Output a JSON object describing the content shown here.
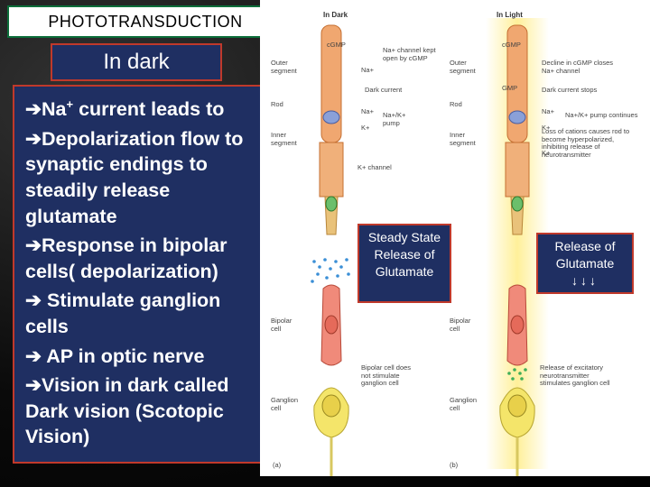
{
  "slide": {
    "title": "PHOTOTRANSDUCTION",
    "subtitle": "In dark"
  },
  "bullets": [
    {
      "arrow": "➔",
      "html_parts": [
        "Na",
        "+",
        " current leads to"
      ]
    },
    {
      "arrow": "➔",
      "text": "Depolarization flow to synaptic endings to steadily release glutamate"
    },
    {
      "arrow": "➔",
      "text": "Response in bipolar cells( depolarization)"
    },
    {
      "arrow": "➔",
      "text": " Stimulate ganglion cells"
    },
    {
      "arrow": "➔",
      "text": " AP in optic nerve"
    },
    {
      "arrow": "➔",
      "text": "Vision in dark called Dark vision (Scotopic Vision)"
    }
  ],
  "callouts": {
    "dark": "Steady State Release of Glutamate",
    "light_title": "Release of Glutamate",
    "light_arrows": "↓↓↓"
  },
  "figure": {
    "head_dark": "In Dark",
    "head_light": "In Light",
    "left_labels": {
      "outer_segment": "Outer segment",
      "rod": "Rod",
      "inner_segment": "Inner segment",
      "bipolar_cell": "Bipolar cell",
      "ganglion_cell": "Ganglion cell",
      "panel_a": "(a)"
    },
    "dark_labels": {
      "cgmp": "cGMP",
      "na_channel": "Na+ channel kept open by cGMP",
      "na": "Na+",
      "dark_current": "Dark current",
      "na2": "Na+",
      "pump": "Na+/K+ pump",
      "k": "K+",
      "k_channel": "K+ channel",
      "bipolar_note": "Bipolar cell does not stimulate ganglion cell"
    },
    "light_labels": {
      "outer_segment": "Outer segment",
      "rod": "Rod",
      "inner_segment": "Inner segment",
      "cgmp": "cGMP",
      "gmp": "GMP",
      "decline": "Decline in cGMP closes Na+ channel",
      "dark_stops": "Dark current stops",
      "na": "Na+",
      "pump_cont": "Na+/K+ pump continues",
      "k": "K+",
      "loss": "Loss of cations causes rod to become hyperpolarized, inhibiting release of neurotransmitter",
      "k2": "K+",
      "bipolar_cell": "Bipolar cell",
      "ganglion_cell": "Ganglion cell",
      "release_note": "Release of excitatory neurotransmitter stimulates ganglion cell",
      "panel_b": "(b)"
    }
  }
}
